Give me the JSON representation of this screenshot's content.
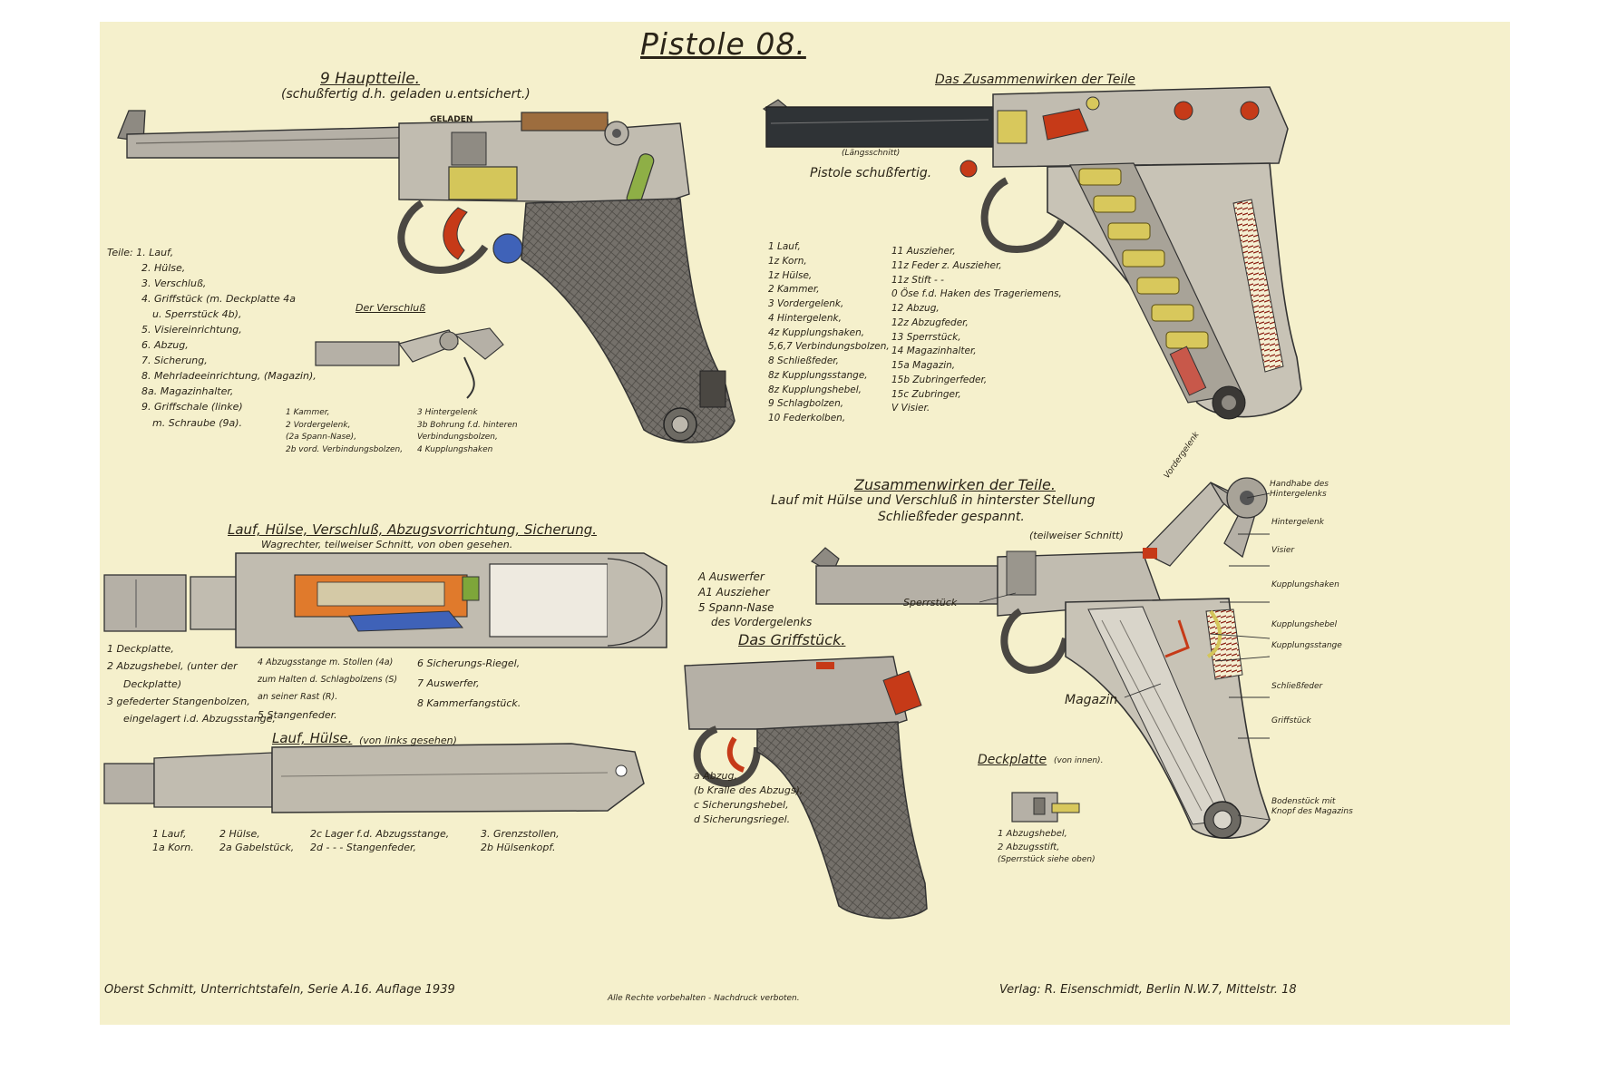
{
  "title": "Pistole 08.",
  "sections": {
    "main": {
      "heading": "9 Hauptteile.",
      "subheading": "(schußfertig d.h. geladen u.entsichert.)",
      "parts": [
        "Teile: 1. Lauf,",
        "2. Hülse,",
        "3. Verschluß,",
        "4. Griffstück (m. Deckplatte 4a",
        "u. Sperrstück 4b),",
        "5. Visiereinrichtung,",
        "6. Abzug,",
        "7. Sicherung,",
        "8. Mehrladeeinrichtung, (Magazin),",
        "8a. Magazinhalter,",
        "9. Griffschale (linke)",
        "m. Schraube (9a)."
      ],
      "stamp": "GELADEN"
    },
    "verschluss": {
      "heading": "Der Verschluß",
      "left": [
        "1 Kammer,",
        "2 Vordergelenk,",
        "(2a Spann-Nase),",
        "2b vord. Verbindungsbolzen,"
      ],
      "right": [
        "3 Hintergelenk",
        "3b Bohrung f.d. hinteren",
        "Verbindungsbolzen,",
        "4 Kupplungshaken"
      ]
    },
    "cutaway": {
      "heading": "Das Zusammenwirken der Teile",
      "label_a": "(Längsschnitt)",
      "label_b": "Pistole schußfertig.",
      "col1": [
        "1 Lauf,",
        "1z Korn,",
        "1z Hülse,",
        "2 Kammer,",
        "3 Vordergelenk,",
        "4 Hintergelenk,",
        "4z Kupplungshaken,",
        "5,6,7 Verbindungsbolzen,",
        "8 Schließfeder,",
        "8z Kupplungsstange,",
        "8z Kupplungshebel,",
        "9 Schlagbolzen,",
        "10 Federkolben,"
      ],
      "col2": [
        "11 Auszieher,",
        "11z Feder z. Auszieher,",
        "11z Stift - -",
        "0 Öse f.d. Haken des Trageriemens,",
        "12 Abzug,",
        "12z Abzugfeder,",
        "13 Sperrstück,",
        "14 Magazinhalter,",
        "15a Magazin,",
        "15b Zubringerfeder,",
        "15c Zubringer,",
        "V Visier."
      ]
    },
    "top": {
      "heading": "Lauf, Hülse, Verschluß, Abzugsvorrichtung, Sicherung.",
      "subheading": "Wagrechter, teilweiser Schnitt, von oben gesehen.",
      "col1": [
        "1 Deckplatte,",
        "2 Abzugshebel, (unter der",
        "Deckplatte)",
        "3 gefederter Stangenbolzen,",
        "eingelagert i.d. Abzugsstange,"
      ],
      "col2": [
        "4 Abzugsstange m. Stollen (4a)",
        "zum Halten d. Schlagbolzens (S)",
        "an seiner Rast (R).",
        "5 Stangenfeder."
      ],
      "col3": [
        "6 Sicherungs-Riegel,",
        "7 Auswerfer,",
        "8 Kammerfangstück."
      ]
    },
    "side": {
      "heading": "Lauf, Hülse.",
      "subheading": "(von links gesehen)",
      "col1": [
        "1 Lauf,",
        "1a Korn."
      ],
      "col2": [
        "2 Hülse,",
        "2a Gabelstück,"
      ],
      "col3": [
        "2c Lager f.d. Abzugsstange,",
        "2d - - - Stangenfeder,"
      ],
      "col4": [
        "3. Grenzstollen,",
        "2b Hülsenkopf."
      ]
    },
    "ausw": {
      "lines": [
        "A Auswerfer",
        "A1 Auszieher",
        "5 Spann-Nase",
        "des Vordergelenks"
      ]
    },
    "griff": {
      "heading": "Das Griffstück.",
      "lines": [
        "a Abzug,",
        "(b Kralle des Abzugs),",
        "c Sicherungshebel,",
        "d Sicherungsriegel."
      ]
    },
    "zus2": {
      "heading": "Zusammenwirken der Teile.",
      "line1": "Lauf mit Hülse und Verschluß in hinterster Stellung",
      "line2": "Schließfeder gespannt.",
      "line3": "(teilweiser Schnitt)",
      "labels": {
        "vordergelenk": "Vordergelenk",
        "handhabe": "Handhabe des Hintergelenks",
        "hintergelenk": "Hintergelenk",
        "visier": "Visier",
        "kupplungshaken": "Kupplungshaken",
        "kupplungshebel": "Kupplungshebel",
        "kupplungsstange": "Kupplungsstange",
        "schliessfeder": "Schließfeder",
        "griffstueck": "Griffstück",
        "boden": "Bodenstück mit Knopf des Magazins",
        "sperrstueck": "Sperrstück",
        "magazin": "Magazin"
      }
    },
    "deck": {
      "heading": "Deckplatte",
      "note": "(von innen).",
      "lines": [
        "1 Abzugshebel,",
        "2 Abzugsstift,",
        "(Sperrstück siehe oben)"
      ]
    }
  },
  "footer": {
    "left": "Oberst Schmitt, Unterrichtstafeln, Serie A.16. Auflage 1939",
    "center": "Alle Rechte vorbehalten - Nachdruck verboten.",
    "right": "Verlag: R. Eisenschmidt, Berlin N.W.7, Mittelstr. 18"
  },
  "colors": {
    "paper": "#f5f0cc",
    "steel": "#b9b2a2",
    "steel_dark": "#5d5a55",
    "grip": "#6f6960",
    "brass": "#d8c85c",
    "red": "#c63a18",
    "orange": "#e07a2c",
    "blue": "#3f62b8",
    "green": "#7ea63a"
  }
}
